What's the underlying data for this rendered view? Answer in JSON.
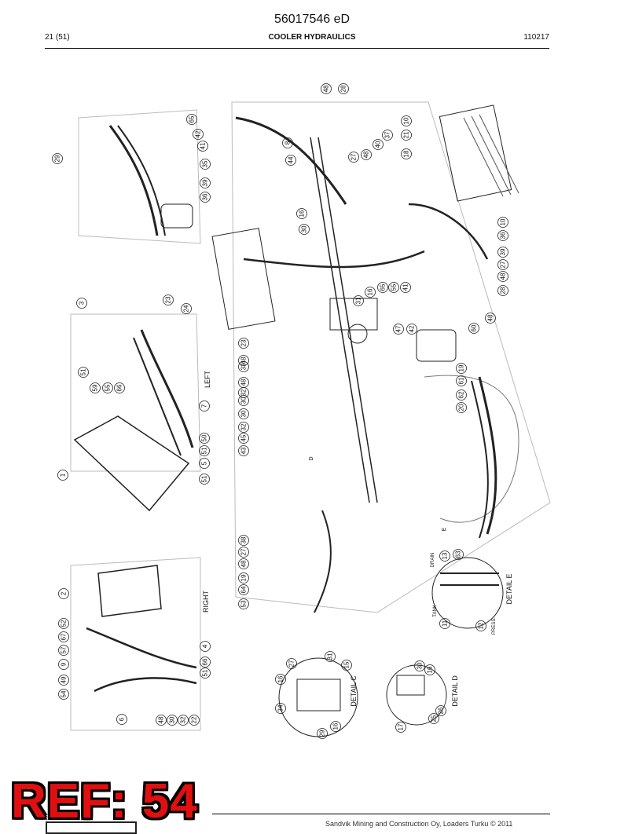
{
  "header": {
    "doc_number": "56017546 eD",
    "page": "21 (51)",
    "title": "COOLER HYDRAULICS",
    "date": "110217"
  },
  "views": {
    "left": "LEFT",
    "right": "RIGHT",
    "detail_c": "DETAIL C",
    "detail_d": "DETAIL D",
    "detail_e": "DETAIL E",
    "tank": "TANK",
    "drain": "DRAIN",
    "press": "PRESS.",
    "marker_d": "D",
    "marker_e": "E"
  },
  "callouts": {
    "tl": [
      "29",
      "65",
      "42",
      "41",
      "35",
      "39",
      "36"
    ],
    "top": [
      "48",
      "28",
      "37",
      "40",
      "48",
      "27",
      "8",
      "44",
      "10",
      "21",
      "18",
      "16",
      "30"
    ],
    "rt": [
      "10",
      "36",
      "39",
      "27",
      "48",
      "28",
      "48",
      "60",
      "42",
      "47",
      "41",
      "55",
      "65",
      "16",
      "31"
    ],
    "left_view": [
      "3",
      "23",
      "24",
      "51",
      "59",
      "55",
      "66",
      "7",
      "50",
      "51",
      "5",
      "51",
      "1"
    ],
    "mid": [
      "43",
      "45",
      "32",
      "30",
      "32",
      "48",
      "33",
      "23",
      "48",
      "30"
    ],
    "right_view": [
      "2",
      "52",
      "67",
      "57",
      "9",
      "49",
      "54",
      "6",
      "48",
      "30",
      "32",
      "22",
      "51",
      "66",
      "4"
    ],
    "mid_low": [
      "53",
      "64",
      "19",
      "48",
      "27",
      "38"
    ],
    "det_e": [
      "19",
      "61",
      "62",
      "20",
      "13",
      "63",
      "11",
      "12"
    ],
    "det_c": [
      "27",
      "31",
      "15",
      "16",
      "34",
      "29",
      "16"
    ],
    "det_d": [
      "30",
      "16",
      "17",
      "25",
      "26"
    ]
  },
  "stamp": "REF: 54",
  "footer": "Sandvik Mining and Construction Oy, Loaders Turku © 2011"
}
